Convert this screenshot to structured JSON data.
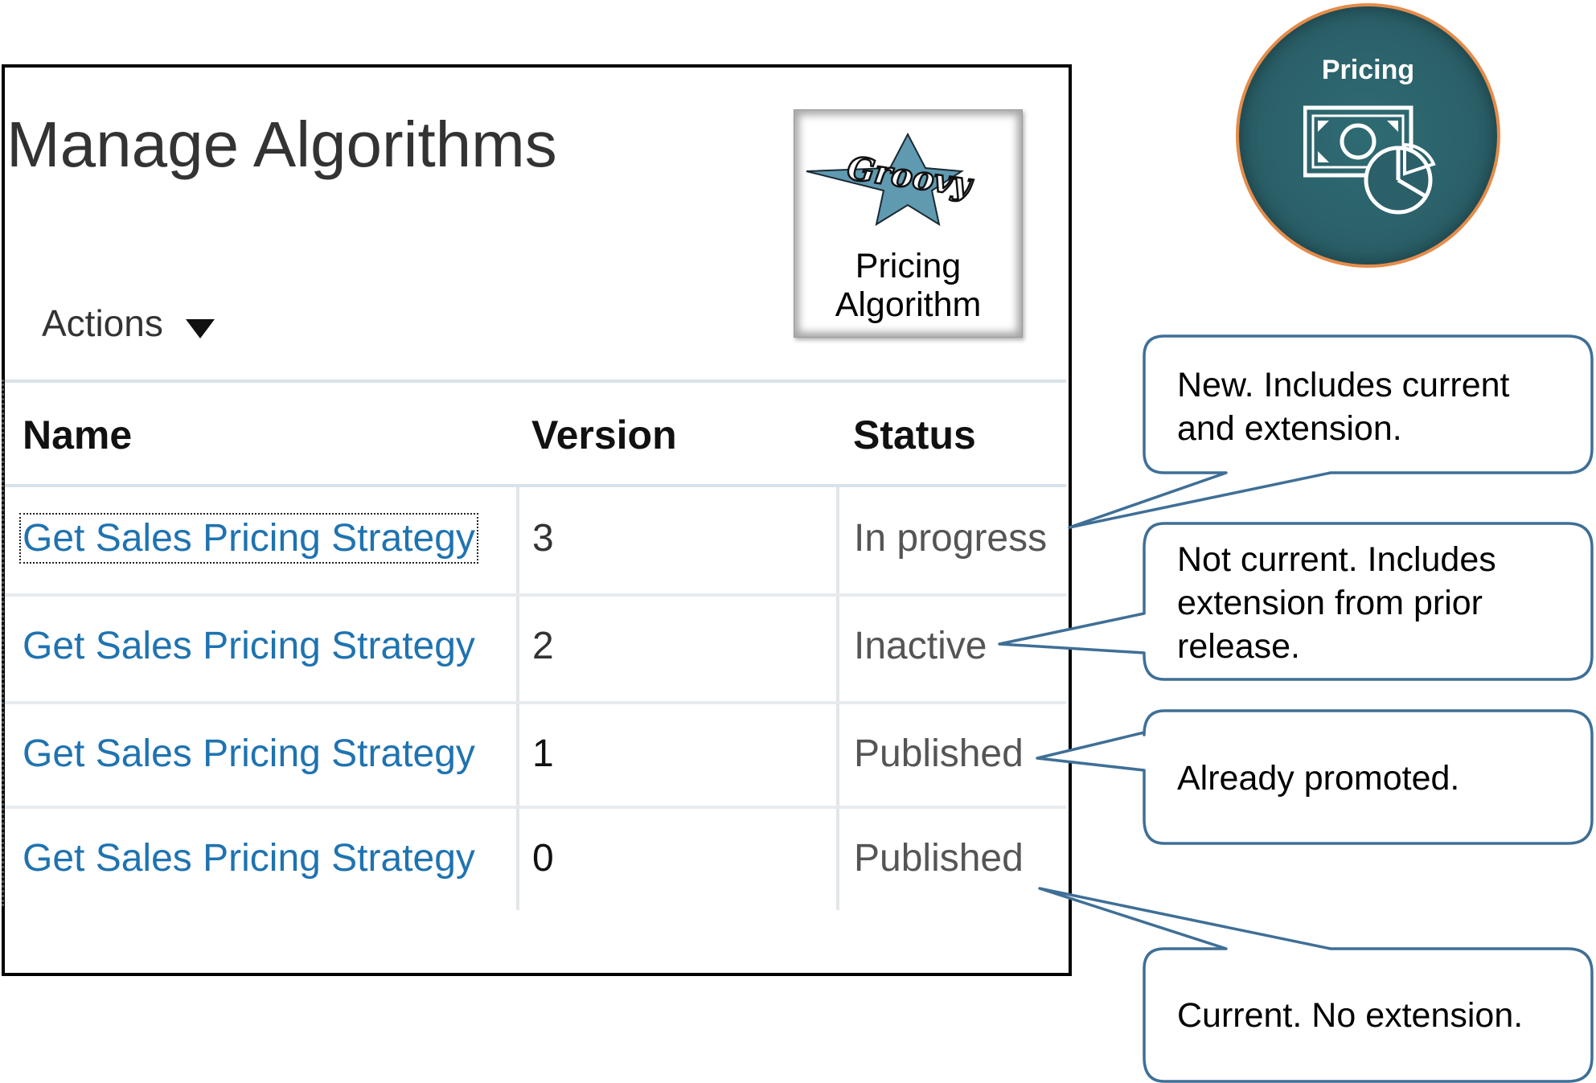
{
  "page": {
    "title": "Manage Algorithms",
    "actions_label": "Actions"
  },
  "tile": {
    "logo_text": "Groovy",
    "label_line1": "Pricing",
    "label_line2": "Algorithm"
  },
  "badge": {
    "label": "Pricing",
    "icon": "pricing-money-chart-icon"
  },
  "table": {
    "headers": {
      "name": "Name",
      "version": "Version",
      "status": "Status"
    },
    "rows": [
      {
        "name": "Get Sales Pricing Strategy",
        "version": "3",
        "status": "In progress"
      },
      {
        "name": "Get Sales Pricing Strategy",
        "version": "2",
        "status": "Inactive"
      },
      {
        "name": "Get Sales Pricing Strategy",
        "version": "1",
        "status": "Published"
      },
      {
        "name": "Get Sales Pricing Strategy",
        "version": "0",
        "status": "Published"
      }
    ]
  },
  "callouts": [
    {
      "line1": "New. Includes current",
      "line2": "and extension.",
      "line3": ""
    },
    {
      "line1": "Not current. Includes",
      "line2": "extension from prior",
      "line3": "release."
    },
    {
      "line1": "Already promoted.",
      "line2": "",
      "line3": ""
    },
    {
      "line1": "Current. No extension.",
      "line2": "",
      "line3": ""
    }
  ],
  "colors": {
    "link": "#1f73b0",
    "callout_border": "#3f6f96",
    "badge_fill": "#2b6069",
    "badge_ring": "#e58c4a",
    "groovy_star": "#5f9ab1"
  }
}
